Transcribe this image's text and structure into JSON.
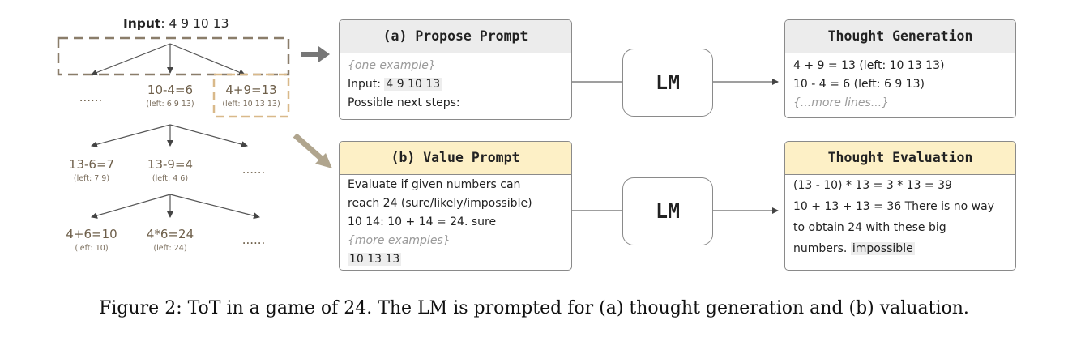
{
  "tree": {
    "input_label": "Input",
    "input_value": ": 4 9 10 13",
    "level1": [
      {
        "main": "......",
        "sub": ""
      },
      {
        "main": "10-4=6",
        "sub": "(left: 6 9 13)"
      },
      {
        "main": "4+9=13",
        "sub": "(left: 10 13 13)"
      }
    ],
    "level2": [
      {
        "main": "13-6=7",
        "sub": "(left: 7 9)"
      },
      {
        "main": "13-9=4",
        "sub": "(left: 4 6)"
      },
      {
        "main": "......",
        "sub": ""
      }
    ],
    "level3": [
      {
        "main": "4+6=10",
        "sub": "(left: 10)"
      },
      {
        "main": "4*6=24",
        "sub": "(left: 24)"
      },
      {
        "main": "......",
        "sub": ""
      }
    ]
  },
  "propose_prompt": {
    "title": "(a) Propose Prompt",
    "example": "{one example}",
    "input_label": "Input: ",
    "input_value": "4 9 10 13",
    "next_steps": "Possible next steps:"
  },
  "value_prompt": {
    "title": "(b) Value Prompt",
    "line1": "Evaluate if given numbers can",
    "line2": "reach 24 (sure/likely/impossible)",
    "line3": "10 14: 10 + 14 = 24. sure",
    "examples": "{more examples}",
    "input_value": "10 13 13"
  },
  "lm_label": "LM",
  "thought_generation": {
    "title": "Thought Generation",
    "lines": [
      "4 + 9 = 13 (left: 10 13 13)",
      "10 - 4 = 6 (left: 6 9 13)"
    ],
    "more": "{...more lines...}"
  },
  "thought_evaluation": {
    "title": "Thought Evaluation",
    "line1": "(13 - 10) * 13 = 3 * 13 = 39",
    "line2": "10 + 13 + 13 = 36 There is no way",
    "line3": "to obtain 24 with these big",
    "line4_prefix": "numbers. ",
    "line4_highlight": "impossible"
  },
  "caption": "Figure 2: ToT in a game of 24. The LM is prompted for (a) thought generation and (b) valuation.",
  "colors": {
    "tree_text": "#6e5f4a",
    "dashed_parent": "#8a7d6a",
    "dashed_selected": "#d9b98a",
    "header_gray": "#ececec",
    "header_yellow": "#fdf0c6",
    "arrow_dark": "#777777",
    "arrow_light": "#b0a58e"
  }
}
